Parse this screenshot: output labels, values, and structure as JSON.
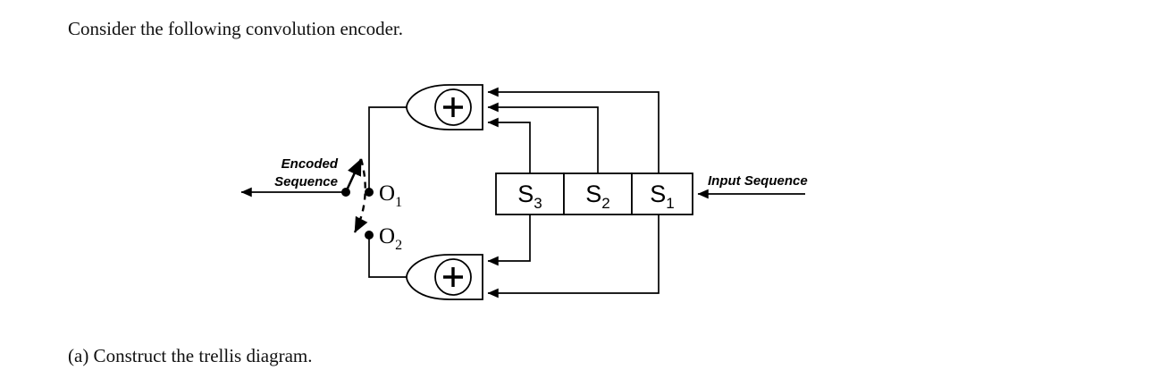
{
  "document": {
    "intro": "Consider the following convolution encoder.",
    "question": "(a) Construct the trellis diagram."
  },
  "figure": {
    "name": "convolutional-encoder-diagram",
    "registers": [
      {
        "id": "s3",
        "base": "S",
        "sub": "3"
      },
      {
        "id": "s2",
        "base": "S",
        "sub": "2"
      },
      {
        "id": "s1",
        "base": "S",
        "sub": "1"
      }
    ],
    "outputs": [
      {
        "id": "o1",
        "base": "O",
        "sub": "1"
      },
      {
        "id": "o2",
        "base": "O",
        "sub": "2"
      }
    ],
    "adders": [
      {
        "id": "top-adder",
        "symbol": "+",
        "inputs": 3
      },
      {
        "id": "bottom-adder",
        "symbol": "+",
        "inputs": 2
      }
    ],
    "labels": {
      "encoded_sequence_line1": "Encoded",
      "encoded_sequence_line2": "Sequence",
      "input_sequence": "Input Sequence"
    },
    "colors": {
      "stroke": "#000000",
      "fill": "#ffffff",
      "text": "#000000"
    }
  }
}
